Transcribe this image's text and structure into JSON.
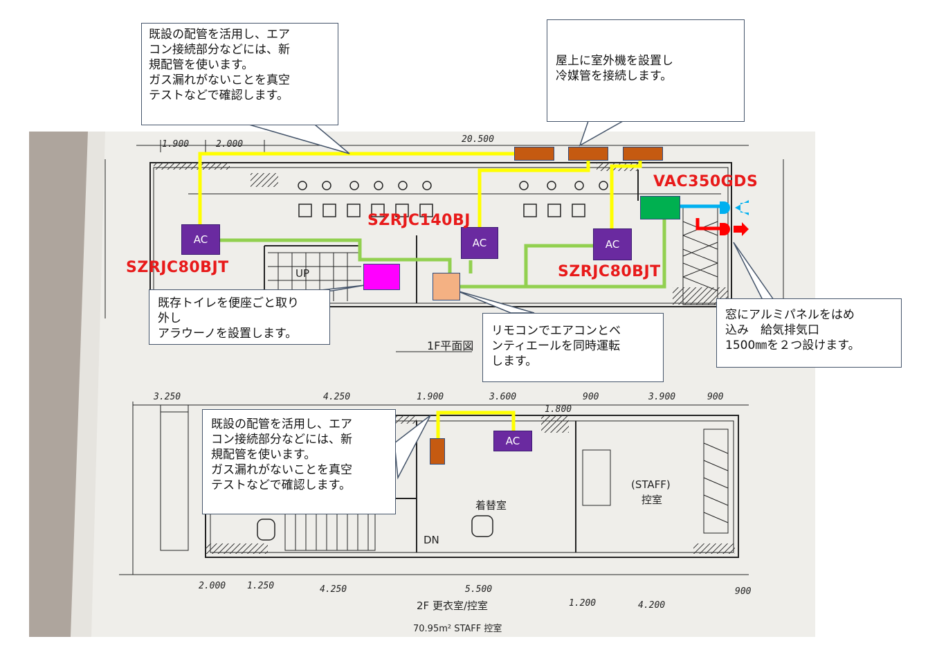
{
  "callouts": {
    "existing_pipes_top": "既設の配管を活用し、エア\nコン接続部分などには、新\n規配管を使います。\nガス漏れがないことを真空\nテストなどで確認します。",
    "outdoor_units": "屋上に室外機を設置し\n冷媒管を接続します。",
    "toilet": "既存トイレを便座ごと取り\n外し\nアラウーノを設置します。",
    "remote": "リモコンでエアコンとベ\nンティエールを同時運転\nします。",
    "window": "窓にアルミパネルをはめ\n込み　給気排気口\n1500㎜を２つ設けます。",
    "existing_pipes_bottom": "既設の配管を活用し、エア\nコン接続部分などには、新\n規配管を使います。\nガス漏れがないことを真空\nテストなどで確認します。"
  },
  "models": {
    "ventilator": "VAC350GDS",
    "ac_center": "SZRJC140BJ",
    "ac_left": "SZRJC80BJT",
    "ac_right": "SZRJC80BJT"
  },
  "units": {
    "ac_label": "AC"
  },
  "drawing": {
    "dims_top": [
      "1.900",
      "2.000",
      "20.500"
    ],
    "dims_mid": [
      "3.250",
      "4.250",
      "1.900",
      "3.600",
      "900",
      "3.900",
      "900",
      "1.800"
    ],
    "dims_bottom": [
      "2.000",
      "1.250",
      "4.250",
      "5.500",
      "1.200",
      "4.200",
      "900"
    ],
    "room_labels": [
      "着替室",
      "(STAFF)",
      "控室",
      "DN",
      "UP"
    ],
    "floor1_caption": "1F平面図",
    "floor2_caption": "2F 更衣室/控室",
    "footer_caption": "70.95m² STAFF 控室"
  },
  "colors": {
    "pipe_yellow": "#ffff00",
    "pipe_green": "#92d050",
    "ac_purple": "#6a2aa0",
    "outdoor_orange": "#c55a11",
    "ventilator_green": "#00b050",
    "toilet_magenta": "#ff00ff",
    "remote_peach": "#f4b183",
    "supply_blue": "#00b0f0",
    "exhaust_red": "#ff0000",
    "model_red": "#e81a1a"
  }
}
